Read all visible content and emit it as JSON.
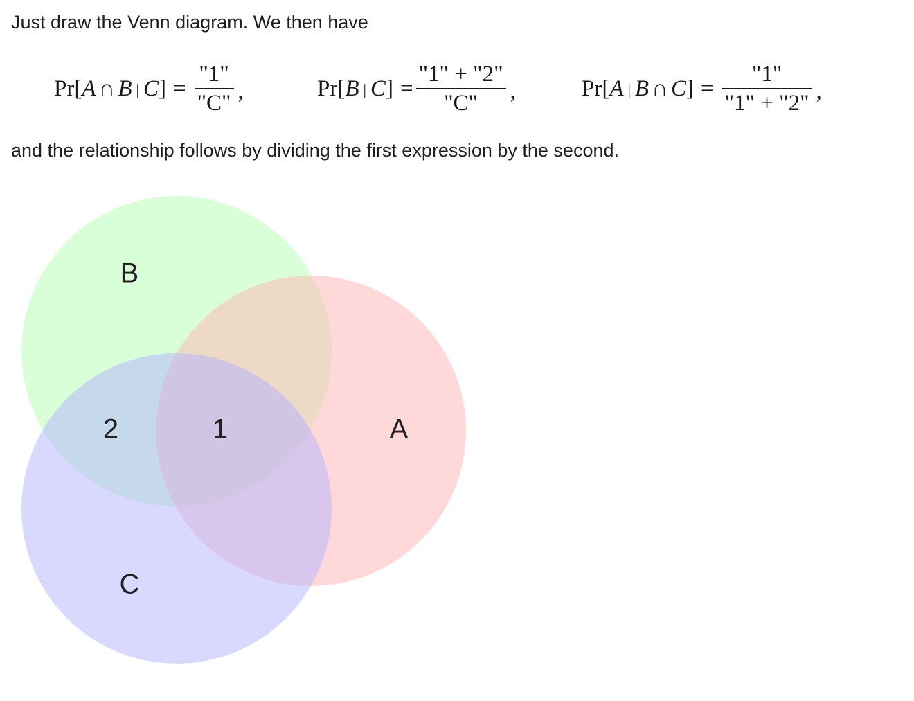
{
  "text": {
    "intro": "Just draw the Venn diagram. We then have",
    "outro": "and the relationship follows by dividing the first expression by the second."
  },
  "math": {
    "eq1": {
      "lhs_pre": "Pr[",
      "A": "A",
      "cap": "∩",
      "B": "B",
      "bar": "|",
      "C": "C",
      "lhs_post": "]",
      "equals": "=",
      "numerator": "\"1\"",
      "denominator": "\"C\"",
      "comma": ","
    },
    "eq2": {
      "lhs_pre": "Pr[",
      "B": "B",
      "bar": "|",
      "C": "C",
      "lhs_post": "]",
      "equals": "=",
      "numerator": "\"1\" + \"2\"",
      "denominator": "\"C\"",
      "comma": ","
    },
    "eq3": {
      "lhs_pre": "Pr[",
      "A": "A",
      "bar": "|",
      "B": "B",
      "cap": "∩",
      "C": "C",
      "lhs_post": "]",
      "equals": "=",
      "numerator": "\"1\"",
      "denominator": "\"1\" + \"2\"",
      "comma": ","
    }
  },
  "venn": {
    "sets": {
      "B": {
        "label": "B",
        "color": "#b3ffb3"
      },
      "A": {
        "label": "A",
        "color": "#ffb3b3"
      },
      "C": {
        "label": "C",
        "color": "#b3b3ff"
      }
    },
    "regions": {
      "one": "1",
      "two": "2"
    }
  }
}
